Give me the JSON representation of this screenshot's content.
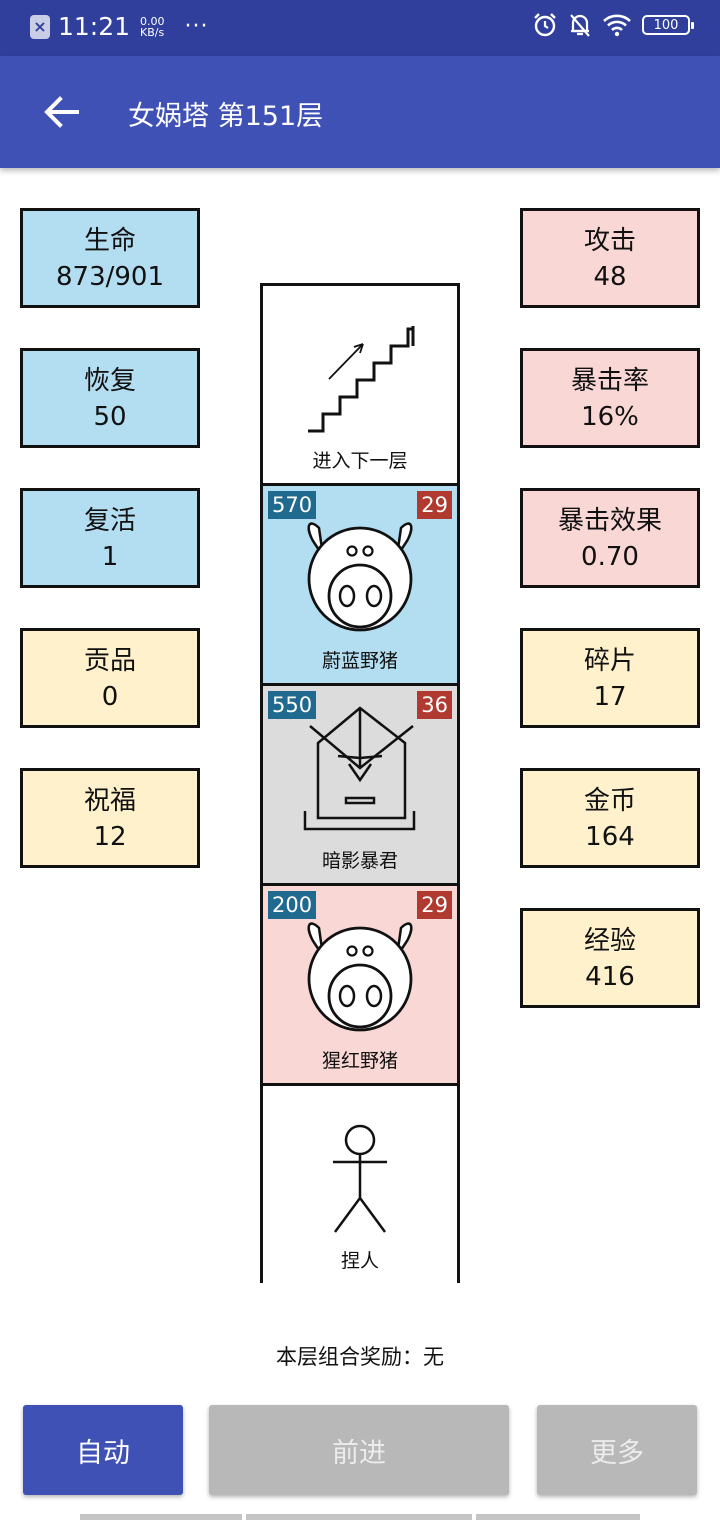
{
  "status_bar": {
    "time": "11:21",
    "speed_value": "0.00",
    "speed_unit": "KB/s",
    "more": "···",
    "battery": "100"
  },
  "appbar": {
    "title": "女娲塔 第151层"
  },
  "stats_left": [
    {
      "label": "生命",
      "value": "873/901"
    },
    {
      "label": "恢复",
      "value": "50"
    },
    {
      "label": "复活",
      "value": "1"
    },
    {
      "label": "贡品",
      "value": "0"
    },
    {
      "label": "祝福",
      "value": "12"
    }
  ],
  "stats_right": [
    {
      "label": "攻击",
      "value": "48"
    },
    {
      "label": "暴击率",
      "value": "16%"
    },
    {
      "label": "暴击效果",
      "value": "0.70"
    },
    {
      "label": "碎片",
      "value": "17"
    },
    {
      "label": "金币",
      "value": "164"
    },
    {
      "label": "经验",
      "value": "416"
    }
  ],
  "tower": [
    {
      "name": "进入下一层",
      "icon": "stairs-icon"
    },
    {
      "name": "蔚蓝野猪",
      "hp": "570",
      "atk": "29",
      "icon": "boar-icon",
      "color": "#b3ddf0"
    },
    {
      "name": "暗影暴君",
      "hp": "550",
      "atk": "36",
      "icon": "tyrant-icon",
      "color": "#dcdcdc"
    },
    {
      "name": "猩红野猪",
      "hp": "200",
      "atk": "29",
      "icon": "boar-icon",
      "color": "#f8d7d5"
    },
    {
      "name": "捏人",
      "icon": "stick-figure-icon"
    }
  ],
  "combo_reward": "本层组合奖励：无",
  "buttons": {
    "auto": "自动",
    "forward": "前进",
    "more": "更多"
  },
  "colors": {
    "status_bar": "#2f3f9b",
    "app_bar": "#3f51b5",
    "hp_badge": "#20698f",
    "atk_badge": "#b03a30"
  }
}
